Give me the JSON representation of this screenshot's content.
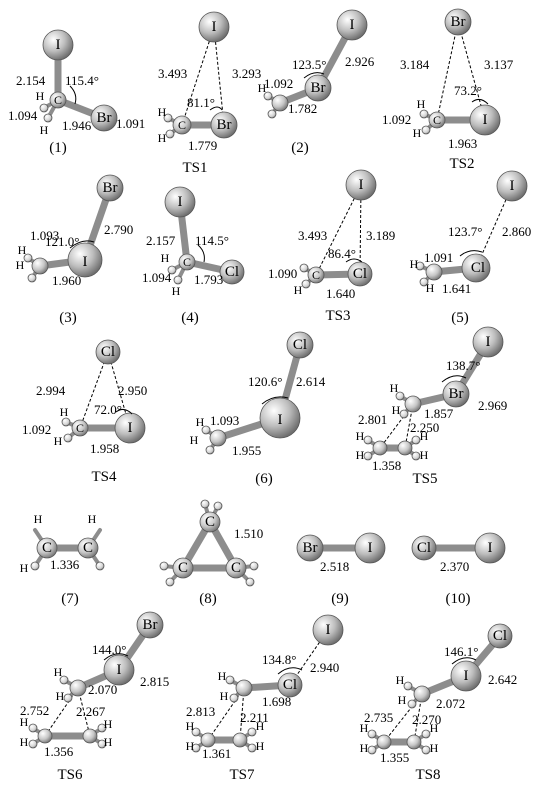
{
  "captions": [
    "(1)",
    "TS1",
    "(2)",
    "TS2",
    "(3)",
    "(4)",
    "TS3",
    "(5)",
    "TS4",
    "(6)",
    "TS5",
    "(7)",
    "(8)",
    "(9)",
    "(10)",
    "TS6",
    "TS7",
    "TS8"
  ],
  "s1": {
    "d1": "2.154",
    "a1": "115.4°",
    "d2": "1.094",
    "d3": "1.946",
    "sX": "I",
    "sY": "Br"
  },
  "ts1": {
    "d1": "3.493",
    "d2": "3.293",
    "a1": "81.1°",
    "d3": "1.091",
    "d4": "1.779",
    "sX": "I",
    "sY": "Br"
  },
  "s2": {
    "a1": "123.5°",
    "d1": "2.926",
    "d2": "1.092",
    "d3": "1.782",
    "sX": "I",
    "sY": "Br"
  },
  "ts2": {
    "d1": "3.184",
    "d2": "3.137",
    "a1": "73.2°",
    "d3": "1.092",
    "d4": "1.963",
    "sX": "Br",
    "sY": "I"
  },
  "s3": {
    "a1": "121.0°",
    "d1": "2.790",
    "d2": "1.093",
    "d3": "1.960",
    "sX": "Br",
    "sY": "I"
  },
  "s4": {
    "d1": "2.157",
    "a1": "114.5°",
    "d2": "1.094",
    "d3": "1.793",
    "sX": "I",
    "sY": "Cl"
  },
  "ts3": {
    "d1": "3.493",
    "d2": "3.189",
    "a1": "86.4°",
    "d3": "1.090",
    "d4": "1.640",
    "sX": "I",
    "sY": "Cl"
  },
  "s5": {
    "a1": "123.7°",
    "d1": "2.860",
    "d2": "1.091",
    "d3": "1.641",
    "sX": "I",
    "sY": "Cl"
  },
  "ts4": {
    "d1": "2.994",
    "d2": "2.950",
    "a1": "72.0°",
    "d3": "1.092",
    "d4": "1.958",
    "sX": "Cl",
    "sY": "I"
  },
  "s6": {
    "a1": "120.6°",
    "d1": "2.614",
    "d2": "1.093",
    "d3": "1.955",
    "sX": "Cl",
    "sY": "I"
  },
  "ts5": {
    "a1": "138.7°",
    "d1": "2.969",
    "d2": "2.801",
    "d3": "1.857",
    "d4": "2.250",
    "d5": "1.358",
    "sX": "I",
    "sY": "Br"
  },
  "s7": {
    "d1": "1.336"
  },
  "s8": {
    "d1": "1.510"
  },
  "s9": {
    "d1": "2.518",
    "sX": "Br",
    "sY": "I"
  },
  "s10": {
    "d1": "2.370",
    "sX": "Cl",
    "sY": "I"
  },
  "ts6": {
    "a1": "144.0°",
    "d1": "2.815",
    "d2": "2.070",
    "d3": "2.752",
    "d4": "2.267",
    "d5": "1.356",
    "sX": "Br",
    "sY": "I"
  },
  "ts7": {
    "a1": "134.8°",
    "d1": "2.940",
    "d2": "1.698",
    "d3": "2.813",
    "d4": "2.211",
    "d5": "1.361",
    "sX": "I",
    "sY": "Cl"
  },
  "ts8": {
    "a1": "146.1°",
    "d1": "2.642",
    "d2": "2.072",
    "d3": "2.735",
    "d4": "2.270",
    "d5": "1.355",
    "sX": "Cl",
    "sY": "I"
  },
  "atom_labels": {
    "C": "C",
    "H": "H"
  }
}
